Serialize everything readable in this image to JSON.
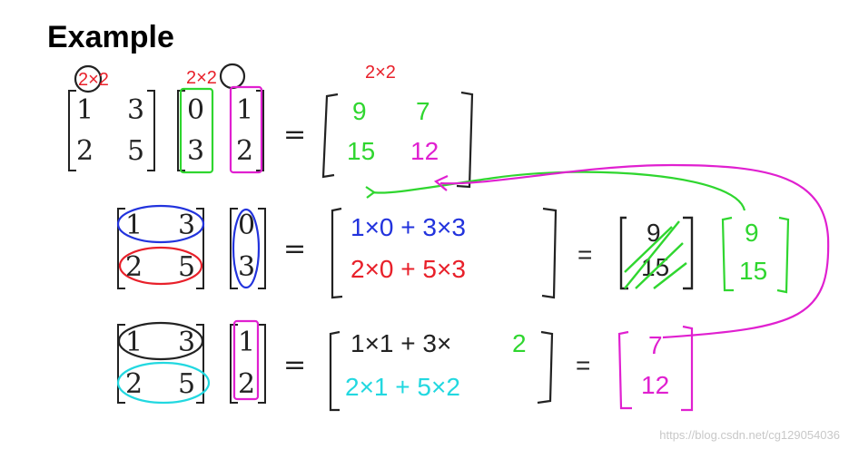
{
  "title": "Example",
  "colors": {
    "black": "#222222",
    "red": "#e8202a",
    "green": "#2fd62f",
    "magenta": "#e020d0",
    "blue": "#2233dd",
    "cyan": "#22d8e0"
  },
  "annotations": {
    "dim_a": "2×2",
    "dim_b": "2×2",
    "dim_result": "2×2"
  },
  "row1": {
    "A": [
      "1",
      "3",
      "2",
      "5"
    ],
    "col1": [
      "0",
      "3"
    ],
    "col2": [
      "1",
      "2"
    ],
    "eq": "=",
    "result": [
      "9",
      "7",
      "15",
      "12"
    ]
  },
  "row2": {
    "A": [
      "1",
      "3",
      "2",
      "5"
    ],
    "col": [
      "0",
      "3"
    ],
    "eq": "=",
    "expr_top": "1×0 + 3×3",
    "expr_bottom": "2×0 + 5×3",
    "eq2": "=",
    "scratch": [
      "9",
      "15"
    ],
    "final": [
      "9",
      "15"
    ]
  },
  "row3": {
    "A": [
      "1",
      "3",
      "2",
      "5"
    ],
    "col": [
      "1",
      "2"
    ],
    "eq": "=",
    "expr_top_a": "1×1 + 3×",
    "expr_top_b": "2",
    "expr_bottom": "2×1 + 5×2",
    "eq2": "=",
    "final": [
      "7",
      "12"
    ]
  },
  "watermark": "https://blog.csdn.net/cg129054036"
}
